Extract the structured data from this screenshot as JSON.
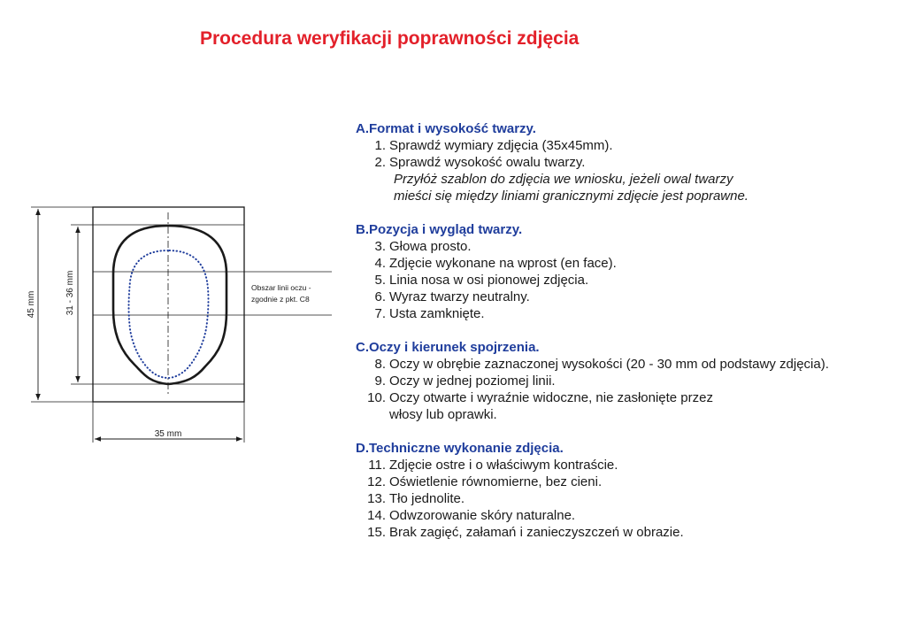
{
  "title": "Procedura weryfikacji poprawności zdjęcia",
  "diagram": {
    "width_label": "35 mm",
    "height_label": "45 mm",
    "face_label": "31 - 36 mm",
    "eye_area_label_line1": "Obszar linii oczu -",
    "eye_area_label_line2": "zgodnie z pkt. C8"
  },
  "colors": {
    "title": "#e3202a",
    "section": "#1f3d9c",
    "oval_inner": "#1f3d9c"
  },
  "sections": [
    {
      "title": "A.Format i wysokość twarzy.",
      "items": [
        {
          "num": "1.",
          "text": "Sprawdź wymiary zdjęcia (35x45mm)."
        },
        {
          "num": "2.",
          "text": "Sprawdź wysokość owalu twarzy."
        }
      ],
      "note_line1": "Przyłóż szablon do zdjęcia we wniosku, jeżeli owal twarzy",
      "note_line2": "mieści się między liniami granicznymi zdjęcie jest poprawne."
    },
    {
      "title": "B.Pozycja i wygląd twarzy.",
      "items": [
        {
          "num": "3.",
          "text": "Głowa prosto."
        },
        {
          "num": "4.",
          "text": "Zdjęcie wykonane na wprost (en face)."
        },
        {
          "num": "5.",
          "text": "Linia nosa w osi  pionowej zdjęcia."
        },
        {
          "num": "6.",
          "text": "Wyraz twarzy neutralny."
        },
        {
          "num": "7.",
          "text": "Usta zamknięte."
        }
      ]
    },
    {
      "title": "C.Oczy i kierunek spojrzenia.",
      "items": [
        {
          "num": "8.",
          "text": "Oczy w obrębie zaznaczonej wysokości (20 - 30 mm od podstawy zdjęcia)."
        },
        {
          "num": "9.",
          "text": "Oczy w jednej poziomej linii."
        },
        {
          "num": "10.",
          "text": "Oczy otwarte i wyraźnie widoczne, nie zasłonięte przez"
        }
      ],
      "cont": "włosy lub oprawki."
    },
    {
      "title": "D.Techniczne wykonanie zdjęcia.",
      "items": [
        {
          "num": "11.",
          "text": "Zdjęcie ostre i o właściwym kontraście."
        },
        {
          "num": "12.",
          "text": "Oświetlenie równomierne, bez cieni."
        },
        {
          "num": "13.",
          "text": "Tło jednolite."
        },
        {
          "num": "14.",
          "text": "Odwzorowanie skóry naturalne."
        },
        {
          "num": "15.",
          "text": "Brak zagięć, załamań i zanieczyszczeń w obrazie."
        }
      ]
    }
  ]
}
